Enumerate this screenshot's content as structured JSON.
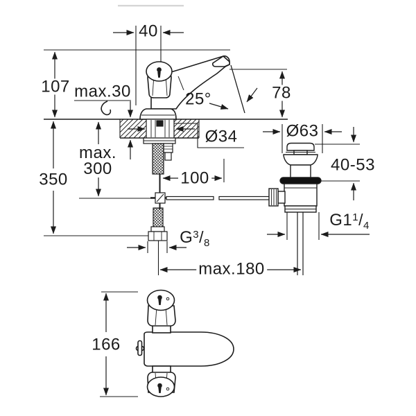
{
  "drawing": {
    "title": "basin-mixer-installation-dimensions",
    "colors": {
      "line": "#1c1c1c",
      "background": "#ffffff",
      "seal": "#111111"
    },
    "side_view": {
      "handle_offset": "40",
      "height_above_deck": "107",
      "deck_thickness_max": "max.30",
      "spout_angle": "25°",
      "outlet_height": "78",
      "hole_diameter": "Ø34",
      "hose_length_max_line1": "max.",
      "hose_length_max_line2": "300",
      "total_height": "350",
      "spout_reach": "100"
    },
    "popup_waste": {
      "flange_diameter": "Ø63",
      "height_range": "40-53",
      "waste_thread_base": "G1",
      "waste_thread_sup": "1",
      "waste_thread_slash": "/",
      "waste_thread_sub": "4"
    },
    "connections": {
      "supply_thread_base": "G",
      "supply_thread_sup": "3",
      "supply_thread_slash": "/",
      "supply_thread_sub": "8",
      "rod_to_waste_distance": "max.180"
    },
    "top_view": {
      "body_length": "166"
    }
  }
}
